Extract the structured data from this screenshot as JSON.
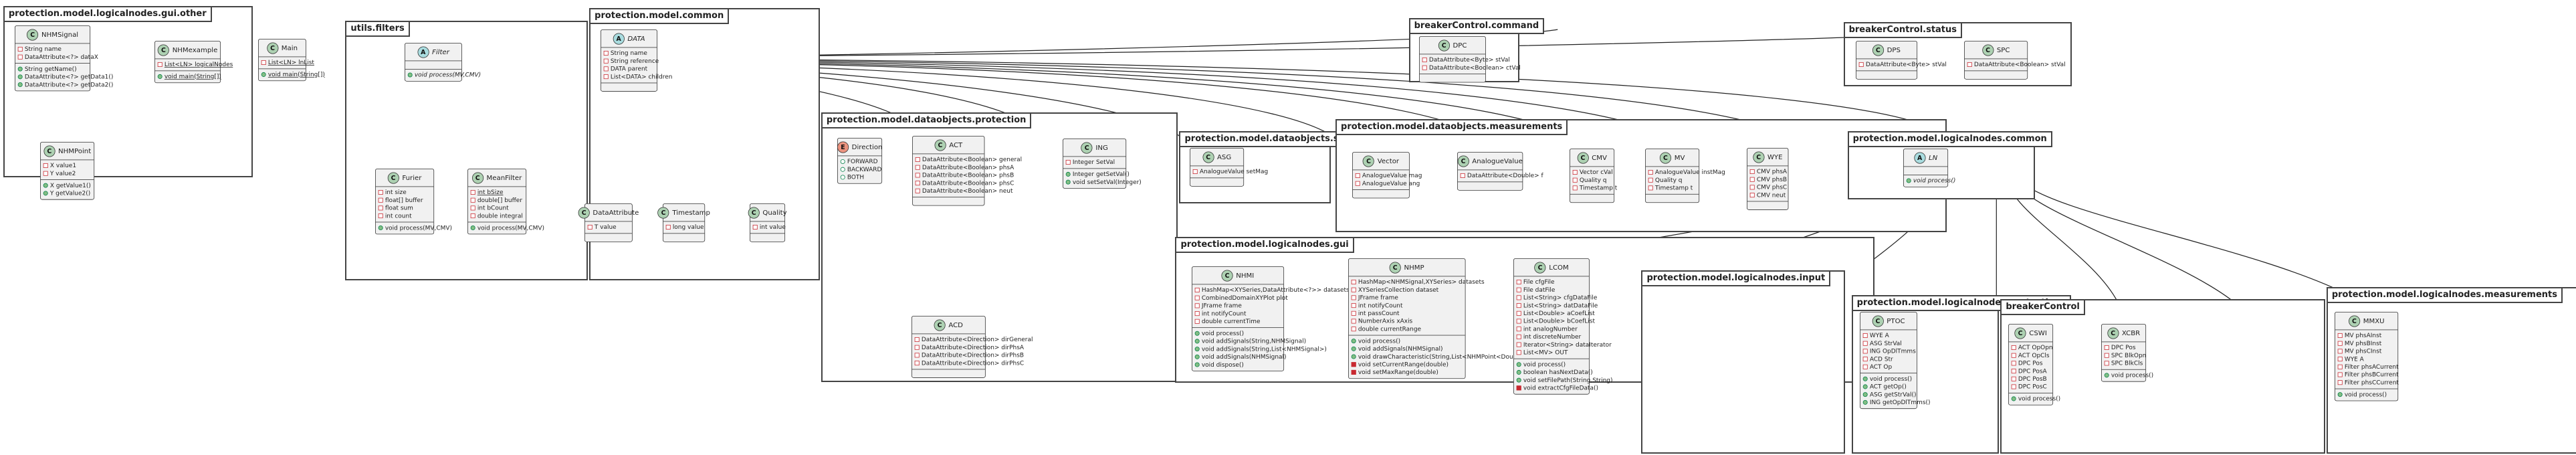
{
  "packages": {
    "gui_other": "protection.model.logicalnodes.gui.other",
    "filters": "utils.filters",
    "common": "protection.model.common",
    "bc_command": "breakerControl.command",
    "bc_status": "breakerControl.status",
    "do_protection": "protection.model.dataobjects.protection",
    "do_settings": "protection.model.dataobjects.settings",
    "do_measurements": "protection.model.dataobjects.measurements",
    "ln_common": "protection.model.logicalnodes.common",
    "ln_gui": "protection.model.logicalnodes.gui",
    "ln_input": "protection.model.logicalnodes.input",
    "ln_protections": "protection.model.logicalnodes.protections",
    "breakerControl": "breakerControl",
    "ln_measurements": "protection.model.logicalnodes.measurements"
  },
  "classes": {
    "NHMSignal": {
      "badge": "C",
      "name": "NHMSignal",
      "fields": [
        "String name",
        "DataAttribute<?> dataX"
      ],
      "methods": [
        "String getName()",
        "DataAttribute<?> getData1()",
        "DataAttribute<?> getData2()"
      ]
    },
    "NHMexample": {
      "badge": "C",
      "name": "NHMexample",
      "fields": [
        "List<LN> logicalNodes"
      ],
      "methods": [
        "void main(String[])"
      ]
    },
    "NHMPoint": {
      "badge": "C",
      "name": "NHMPoint",
      "fields": [
        "X value1",
        "Y value2"
      ],
      "methods": [
        "X getValue1()",
        "Y getValue2()"
      ]
    },
    "Main": {
      "badge": "C",
      "name": "Main",
      "fields": [
        "List<LN> lnList"
      ],
      "methods": [
        "void main(String[])"
      ]
    },
    "Filter": {
      "badge": "A",
      "name": "Filter",
      "fields": [],
      "methods": [
        "void process(MV,CMV)"
      ]
    },
    "Furier": {
      "badge": "C",
      "name": "Furier",
      "fields": [
        "int size",
        "float[] buffer",
        "float sum",
        "int count"
      ],
      "methods": [
        "void process(MV,CMV)"
      ]
    },
    "MeanFilter": {
      "badge": "C",
      "name": "MeanFilter",
      "fields": [
        "int bSize",
        "double[] buffer",
        "int bCount",
        "double integral"
      ],
      "methods": [
        "void process(MV,CMV)"
      ]
    },
    "DATA": {
      "badge": "A",
      "name": "DATA",
      "fields": [
        "String name",
        "String reference",
        "DATA parent",
        "List<DATA> children"
      ],
      "methods": []
    },
    "DataAttribute": {
      "badge": "C",
      "name": "DataAttribute",
      "fields": [
        "T value"
      ],
      "methods": []
    },
    "Timestamp": {
      "badge": "C",
      "name": "Timestamp",
      "fields": [
        "long value"
      ],
      "methods": []
    },
    "Quality": {
      "badge": "C",
      "name": "Quality",
      "fields": [
        "int value"
      ],
      "methods": []
    },
    "DPC": {
      "badge": "C",
      "name": "DPC",
      "fields": [
        "DataAttribute<Byte> stVal",
        "DataAttribute<Boolean> ctVal"
      ],
      "methods": []
    },
    "DPS": {
      "badge": "C",
      "name": "DPS",
      "fields": [
        "DataAttribute<Byte> stVal"
      ],
      "methods": []
    },
    "SPC": {
      "badge": "C",
      "name": "SPC",
      "fields": [
        "DataAttribute<Boolean> stVal"
      ],
      "methods": []
    },
    "Direction": {
      "badge": "E",
      "name": "Direction",
      "fields": [
        "FORWARD",
        "BACKWARD",
        "BOTH"
      ],
      "methods": []
    },
    "ACT": {
      "badge": "C",
      "name": "ACT",
      "fields": [
        "DataAttribute<Boolean> general",
        "DataAttribute<Boolean> phsA",
        "DataAttribute<Boolean> phsB",
        "DataAttribute<Boolean> phsC",
        "DataAttribute<Boolean> neut"
      ],
      "methods": []
    },
    "ING": {
      "badge": "C",
      "name": "ING",
      "fields": [
        "Integer SetVal"
      ],
      "methods": [
        "Integer getSetVal()",
        "void setSetVal(Integer)"
      ]
    },
    "ACD": {
      "badge": "C",
      "name": "ACD",
      "fields": [
        "DataAttribute<Direction> dirGeneral",
        "DataAttribute<Direction> dirPhsA",
        "DataAttribute<Direction> dirPhsB",
        "DataAttribute<Direction> dirPhsC"
      ],
      "methods": []
    },
    "ASG": {
      "badge": "C",
      "name": "ASG",
      "fields": [
        "AnalogueValue setMag"
      ],
      "methods": []
    },
    "Vector": {
      "badge": "C",
      "name": "Vector",
      "fields": [
        "AnalogueValue mag",
        "AnalogueValue ang"
      ],
      "methods": []
    },
    "AnalogueValue": {
      "badge": "C",
      "name": "AnalogueValue",
      "fields": [
        "DataAttribute<Double> f"
      ],
      "methods": []
    },
    "CMV": {
      "badge": "C",
      "name": "CMV",
      "fields": [
        "Vector cVal",
        "Quality q",
        "Timestamp t"
      ],
      "methods": []
    },
    "MV": {
      "badge": "C",
      "name": "MV",
      "fields": [
        "AnalogueValue instMag",
        "Quality q",
        "Timestamp t"
      ],
      "methods": []
    },
    "WYE": {
      "badge": "C",
      "name": "WYE",
      "fields": [
        "CMV phsA",
        "CMV phsB",
        "CMV phsC",
        "CMV neut"
      ],
      "methods": []
    },
    "LN": {
      "badge": "A",
      "name": "LN",
      "fields": [],
      "methods": [
        "void process()"
      ]
    },
    "NHMI": {
      "badge": "C",
      "name": "NHMI",
      "fields": [
        "HashMap<XYSeries,DataAttribute<?>> datasets",
        "CombinedDomainXYPlot plot",
        "JFrame frame",
        "int notifyCount",
        "double currentTime"
      ],
      "methods": [
        "void process()",
        "void addSignals(String,NHMSignal)",
        "void addSignals(String,List<NHMSignal>)",
        "void addSignals(NHMSignal)",
        "void dispose()"
      ]
    },
    "NHMP": {
      "badge": "C",
      "name": "NHMP",
      "fields": [
        "HashMap<NHMSignal,XYSeries> datasets",
        "XYSeriesCollection dataset",
        "JFrame frame",
        "int notifyCount",
        "int passCount",
        "NumberAxis xAxis",
        "double currentRange"
      ],
      "methods": [
        "void process()",
        "void addSignals(NHMSignal)",
        "void drawCharacteristic(String,List<NHMPoint<Double,Double>>)",
        "void setCurrentRange(double)",
        "void setMaxRange(double)"
      ]
    },
    "LCOM": {
      "badge": "C",
      "name": "LCOM",
      "fields": [
        "File cfgFile",
        "File datFile",
        "List<String> cfgDataFile",
        "List<String> datDataFile",
        "List<Double> aCoefList",
        "List<Double> bCoefList",
        "int analogNumber",
        "int discreteNumber",
        "Iterator<String> dataIterator",
        "List<MV> OUT"
      ],
      "methods": [
        "void process()",
        "boolean hasNextData()",
        "void setFilePath(String,String)",
        "void extractCfgFileData()"
      ]
    },
    "PTOC": {
      "badge": "C",
      "name": "PTOC",
      "fields": [
        "WYE A",
        "ASG StrVal",
        "ING OpDlTmms",
        "ACD Str",
        "ACT Op"
      ],
      "methods": [
        "void process()",
        "ACT getOp()",
        "ASG getStrVal()",
        "ING getOpDlTmms()"
      ]
    },
    "CSWI": {
      "badge": "C",
      "name": "CSWI",
      "fields": [
        "ACT OpOpn",
        "ACT OpCls",
        "DPC Pos",
        "DPC PosA",
        "DPC PosB",
        "DPC PosC"
      ],
      "methods": [
        "void process()"
      ]
    },
    "XCBR": {
      "badge": "C",
      "name": "XCBR",
      "fields": [
        "DPC Pos",
        "SPC BlkOpn",
        "SPC BlkCls"
      ],
      "methods": [
        "void process()"
      ]
    },
    "MMXU": {
      "badge": "C",
      "name": "MMXU",
      "fields": [
        "MV phsAInst",
        "MV phsBInst",
        "MV phsCInst",
        "WYE A",
        "Filter phsACurrent",
        "Filter phsBCurrent",
        "Filter phsCCurrent"
      ],
      "methods": [
        "void process()"
      ]
    }
  }
}
